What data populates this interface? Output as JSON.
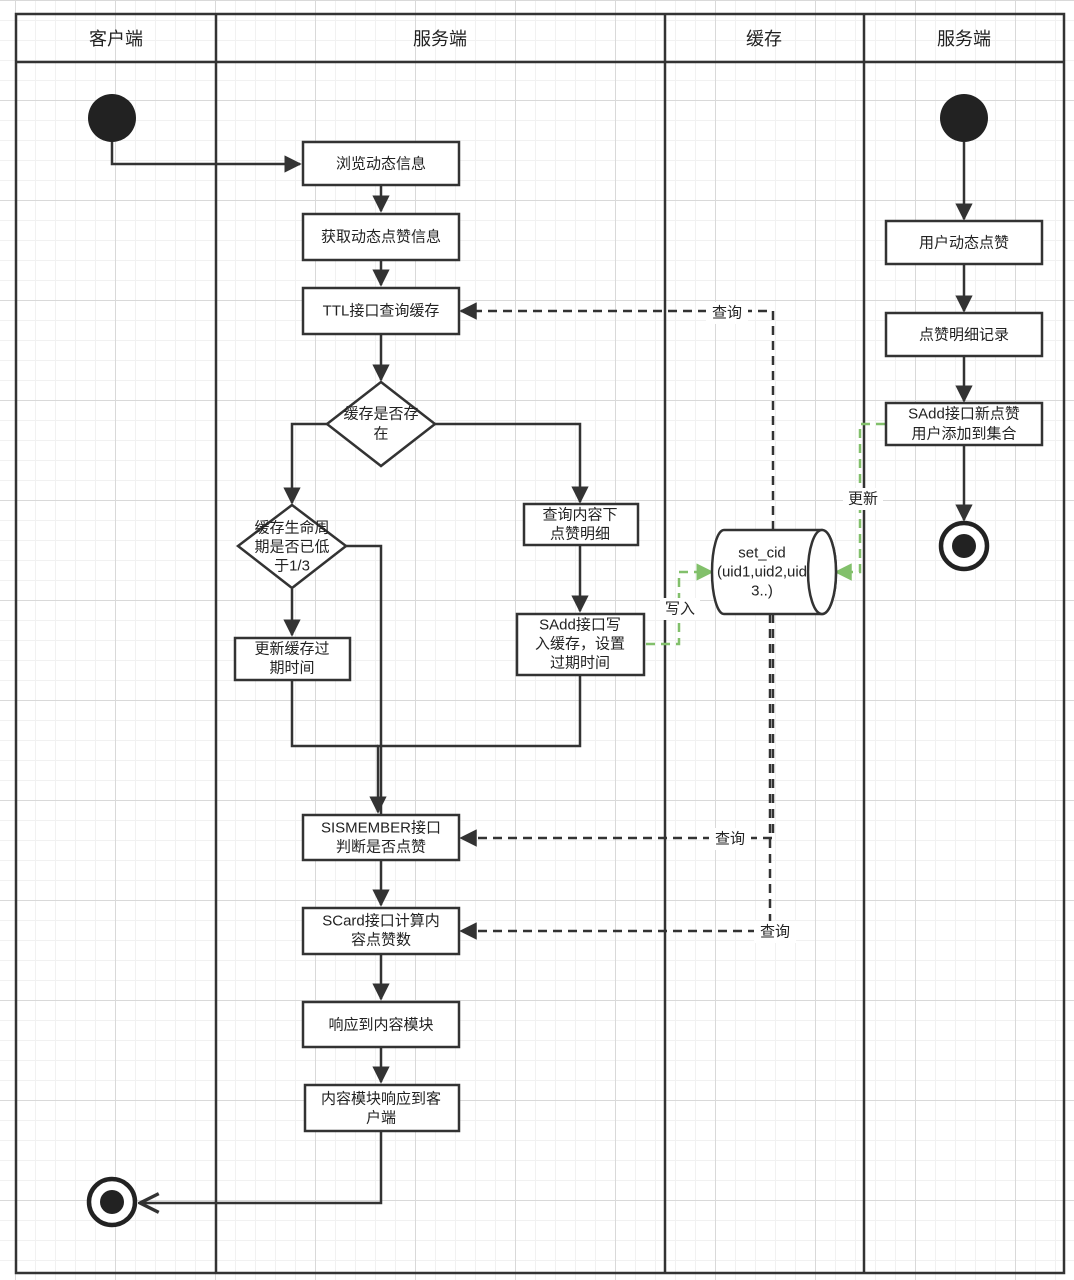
{
  "lanes": [
    "客户端",
    "服务端",
    "缓存",
    "服务端"
  ],
  "nodes": {
    "browse": "浏览动态信息",
    "get_like": "获取动态点赞信息",
    "ttl_query": "TTL接口查询缓存",
    "cache_exists": [
      "缓存是否存",
      "在"
    ],
    "ttl_check": [
      "缓存生命周",
      "期是否已低",
      "于1/3"
    ],
    "update_expire": [
      "更新缓存过",
      "期时间"
    ],
    "query_detail": [
      "查询内容下",
      "点赞明细"
    ],
    "sadd_write": [
      "SAdd接口写",
      "入缓存，设置",
      "过期时间"
    ],
    "sismember": [
      "SISMEMBER接口",
      "判断是否点赞"
    ],
    "scard": [
      "SCard接口计算内",
      "容点赞数"
    ],
    "respond_module": "响应到内容模块",
    "module_respond_client": [
      "内容模块响应到客",
      "户端"
    ],
    "set_cid": [
      "set_cid",
      "(uid1,uid2,uid",
      "3..)"
    ],
    "user_like": "用户动态点赞",
    "like_record": "点赞明细记录",
    "sadd_new": [
      "SAdd接口新点赞",
      "用户添加到集合"
    ]
  },
  "edge_labels": {
    "query_ttl": "查询",
    "query_sismember": "查询",
    "query_scard": "查询",
    "write": "写入",
    "update": "更新"
  }
}
